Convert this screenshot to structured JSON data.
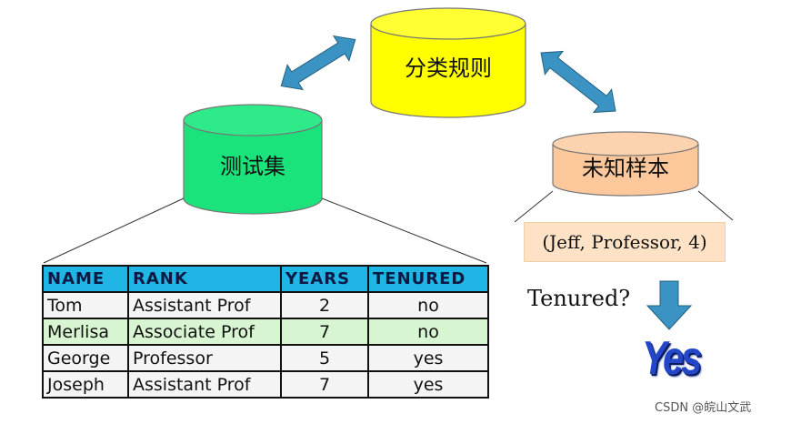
{
  "nodes": {
    "rules": "分类规则",
    "test_set": "测试集",
    "unknown_sample": "未知样本"
  },
  "sample": "(Jeff, Professor, 4)",
  "question": "Tenured?",
  "answer": "Yes",
  "table": {
    "headers": [
      "NAME",
      "RANK",
      "YEARS",
      "TENURED"
    ],
    "rows": [
      [
        "Tom",
        "Assistant Prof",
        "2",
        "no"
      ],
      [
        "Merlisa",
        "Associate Prof",
        "7",
        "no"
      ],
      [
        "George",
        "Professor",
        "5",
        "yes"
      ],
      [
        "Joseph",
        "Assistant Prof",
        "7",
        "yes"
      ]
    ]
  },
  "watermark": "CSDN @皖山文武",
  "colors": {
    "rules_cylinder": "#ffff00",
    "test_cylinder": "#19e37a",
    "sample_cylinder": "#fbc79b",
    "arrow": "#3b93c3",
    "table_header": "#1fb6e6",
    "highlight_row": "#d7f5d0",
    "answer_text": "#2347c8"
  },
  "icons": {
    "bidirectional_arrow": "double-headed-arrow",
    "down_arrow": "down-arrow"
  }
}
